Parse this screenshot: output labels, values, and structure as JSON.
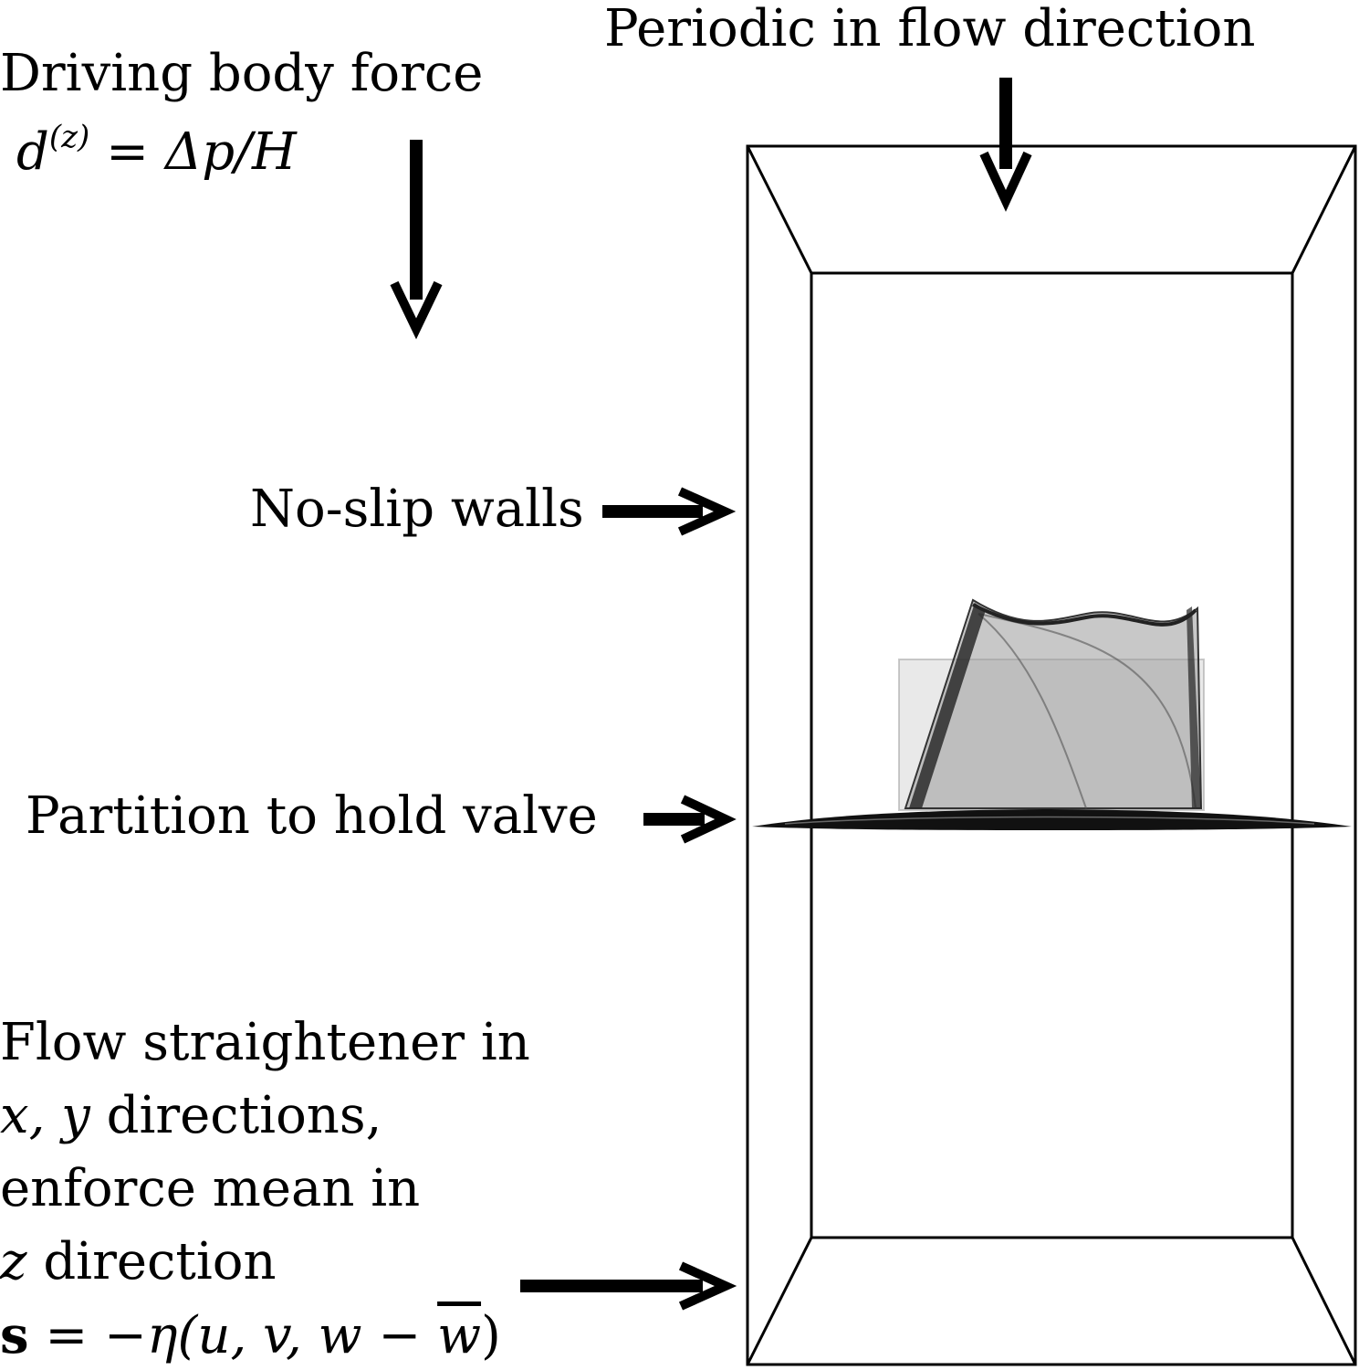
{
  "labels": {
    "periodic": "Periodic in flow direction",
    "driving_line1": "Driving body force",
    "driving_eq": {
      "sym": "d",
      "sup": "(z)",
      "eq": " = Δp/H"
    },
    "no_slip": "No-slip walls",
    "partition": "Partition to hold valve",
    "straightener_line1": "Flow straightener in",
    "straightener_line2_var": "x, y",
    "straightener_line2_rest": " directions,",
    "straightener_line3": "enforce mean in",
    "straightener_line4_var": "z",
    "straightener_line4_rest": " direction",
    "straightener_eq": {
      "s": "s",
      "mid": " = −η(u, v, w − ",
      "wbar": "w",
      "close": ")"
    }
  },
  "colors": {
    "line": "#000000",
    "valve": "#555555",
    "background": "#ffffff"
  }
}
